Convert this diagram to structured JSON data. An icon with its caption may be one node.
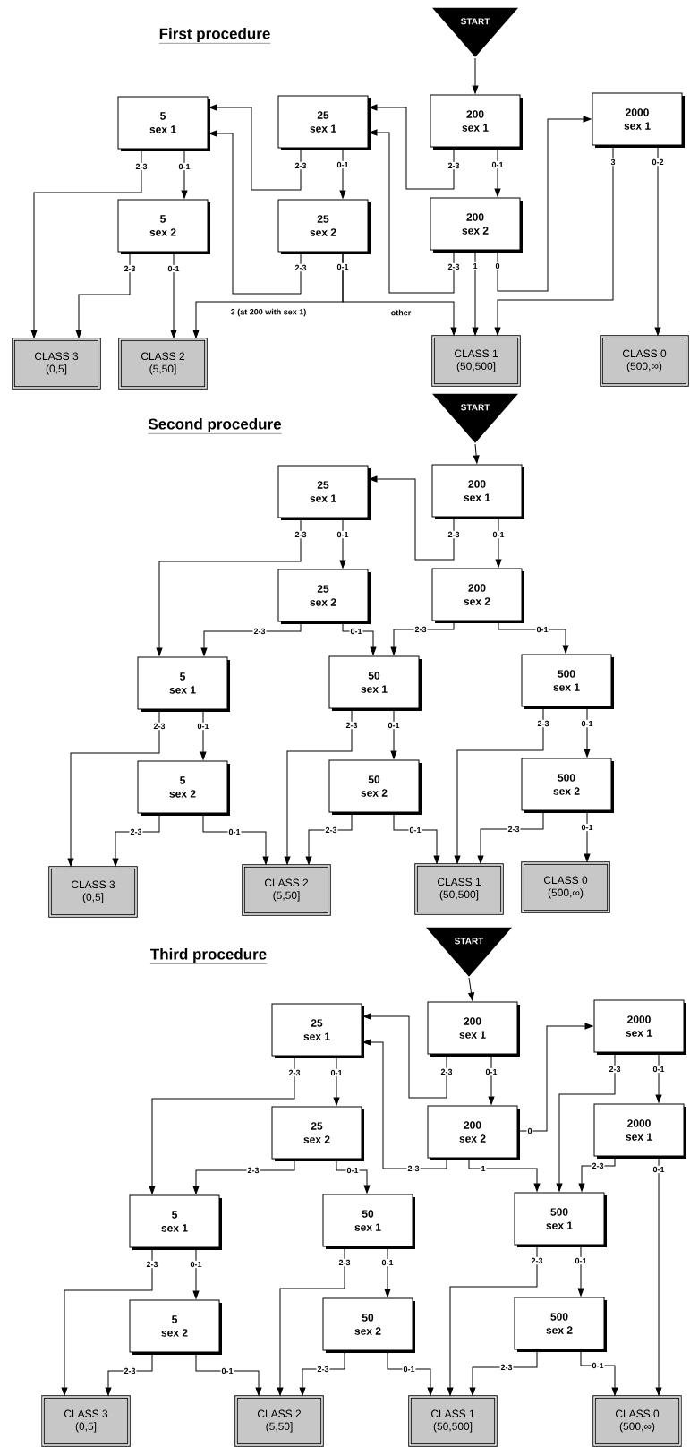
{
  "diagram": {
    "nodes": [
      {
        "text": [
          "START"
        ]
      },
      {
        "text": [
          "5",
          "sex 1"
        ]
      },
      {
        "text": [
          "25",
          "sex 1"
        ]
      },
      {
        "text": [
          "200",
          "sex 1"
        ]
      },
      {
        "text": [
          "2000",
          "sex 1"
        ]
      },
      {
        "text": [
          "5",
          "sex 2"
        ]
      },
      {
        "text": [
          "25",
          "sex 2"
        ]
      },
      {
        "text": [
          "200",
          "sex 2"
        ]
      },
      {
        "text": [
          "CLASS 3",
          "(0,5]"
        ]
      },
      {
        "text": [
          "CLASS 2",
          "(5,50]"
        ]
      },
      {
        "text": [
          "CLASS 1",
          "(50,500]"
        ]
      },
      {
        "text": [
          "CLASS 0",
          "(500,∞)"
        ]
      },
      {
        "text": [
          "START"
        ]
      },
      {
        "text": [
          "25",
          "sex 1"
        ]
      },
      {
        "text": [
          "200",
          "sex 1"
        ]
      },
      {
        "text": [
          "25",
          "sex 2"
        ]
      },
      {
        "text": [
          "200",
          "sex 2"
        ]
      },
      {
        "text": [
          "5",
          "sex 1"
        ]
      },
      {
        "text": [
          "50",
          "sex 1"
        ]
      },
      {
        "text": [
          "500",
          "sex 1"
        ]
      },
      {
        "text": [
          "5",
          "sex 2"
        ]
      },
      {
        "text": [
          "50",
          "sex 2"
        ]
      },
      {
        "text": [
          "500",
          "sex 2"
        ]
      },
      {
        "text": [
          "CLASS 3",
          "(0,5]"
        ]
      },
      {
        "text": [
          "CLASS 2",
          "(5,50]"
        ]
      },
      {
        "text": [
          "CLASS 1",
          "(50,500]"
        ]
      },
      {
        "text": [
          "CLASS 0",
          "(500,∞)"
        ]
      },
      {
        "text": [
          "START"
        ]
      },
      {
        "text": [
          "25",
          "sex 1"
        ]
      },
      {
        "text": [
          "200",
          "sex 1"
        ]
      },
      {
        "text": [
          "2000",
          "sex 1"
        ]
      },
      {
        "text": [
          "25",
          "sex 2"
        ]
      },
      {
        "text": [
          "200",
          "sex 2"
        ]
      },
      {
        "text": [
          "2000",
          "sex 1"
        ]
      },
      {
        "text": [
          "5",
          "sex 1"
        ]
      },
      {
        "text": [
          "50",
          "sex 1"
        ]
      },
      {
        "text": [
          "500",
          "sex 1"
        ]
      },
      {
        "text": [
          "5",
          "sex 2"
        ]
      },
      {
        "text": [
          "50",
          "sex 2"
        ]
      },
      {
        "text": [
          "500",
          "sex 2"
        ]
      },
      {
        "text": [
          "CLASS 3",
          "(0,5]"
        ]
      },
      {
        "text": [
          "CLASS 2",
          "(5,50]"
        ]
      },
      {
        "text": [
          "CLASS 1",
          "(50,500]"
        ]
      },
      {
        "text": [
          "CLASS 0",
          "(500,∞)"
        ]
      }
    ],
    "edges": [
      {
        "from": 0,
        "to": 3,
        "arrow": "to"
      },
      {
        "from": 3,
        "to": 2,
        "arrow": "to",
        "label": "2-3"
      },
      {
        "from": 3,
        "to": 7,
        "arrow": "to",
        "label": "0-1"
      },
      {
        "from": 2,
        "to": 1,
        "arrow": "to",
        "label": "2-3"
      },
      {
        "from": 2,
        "to": 6,
        "arrow": "to",
        "label": "0-1"
      },
      {
        "from": 1,
        "to": 8,
        "arrow": "to",
        "label": "2-3"
      },
      {
        "from": 1,
        "to": 5,
        "arrow": "to",
        "label": "0-1"
      },
      {
        "from": 5,
        "to": 8,
        "arrow": "to",
        "label": "2-3"
      },
      {
        "from": 5,
        "to": 9,
        "arrow": "to",
        "label": "0-1"
      },
      {
        "from": 6,
        "to": 1,
        "arrow": "to",
        "label": "2-3"
      },
      {
        "from": 6,
        "to": 9,
        "arrow": "to",
        "label": "3 (at 200 with sex 1)"
      },
      {
        "from": 6,
        "to": 10,
        "arrow": "to",
        "label": "other"
      },
      {
        "from": 7,
        "to": 2,
        "arrow": "to",
        "label": "2-3"
      },
      {
        "from": 7,
        "to": 10,
        "arrow": "to",
        "label": "1"
      },
      {
        "from": 7,
        "to": 4,
        "arrow": "to",
        "label": "0"
      },
      {
        "from": 4,
        "to": 10,
        "arrow": "to",
        "label": "3"
      },
      {
        "from": 4,
        "to": 11,
        "arrow": "to",
        "label": "0-2"
      },
      {
        "from": 12,
        "to": 14,
        "arrow": "to"
      },
      {
        "from": 14,
        "to": 13,
        "arrow": "to",
        "label": "2-3"
      },
      {
        "from": 14,
        "to": 16,
        "arrow": "to",
        "label": "0-1"
      },
      {
        "from": 13,
        "to": 17,
        "arrow": "to",
        "label": "2-3"
      },
      {
        "from": 13,
        "to": 15,
        "arrow": "to",
        "label": "0-1"
      },
      {
        "from": 15,
        "to": 17,
        "arrow": "to",
        "label": "2-3"
      },
      {
        "from": 15,
        "to": 18,
        "arrow": "to",
        "label": "0-1"
      },
      {
        "from": 16,
        "to": 18,
        "arrow": "to",
        "label": "2-3"
      },
      {
        "from": 16,
        "to": 19,
        "arrow": "to",
        "label": "0-1"
      },
      {
        "from": 17,
        "to": 23,
        "arrow": "to",
        "label": "2-3"
      },
      {
        "from": 17,
        "to": 20,
        "arrow": "to",
        "label": "0-1"
      },
      {
        "from": 18,
        "to": 24,
        "arrow": "to",
        "label": "2-3"
      },
      {
        "from": 18,
        "to": 21,
        "arrow": "to",
        "label": "0-1"
      },
      {
        "from": 19,
        "to": 25,
        "arrow": "to",
        "label": "2-3"
      },
      {
        "from": 19,
        "to": 22,
        "arrow": "to",
        "label": "0-1"
      },
      {
        "from": 20,
        "to": 23,
        "arrow": "to",
        "label": "2-3"
      },
      {
        "from": 20,
        "to": 24,
        "arrow": "to",
        "label": "0-1"
      },
      {
        "from": 21,
        "to": 24,
        "arrow": "to",
        "label": "2-3"
      },
      {
        "from": 21,
        "to": 25,
        "arrow": "to",
        "label": "0-1"
      },
      {
        "from": 22,
        "to": 25,
        "arrow": "to",
        "label": "2-3"
      },
      {
        "from": 22,
        "to": 26,
        "arrow": "to",
        "label": "0-1"
      },
      {
        "from": 27,
        "to": 29,
        "arrow": "to"
      },
      {
        "from": 29,
        "to": 28,
        "arrow": "to",
        "label": "2-3"
      },
      {
        "from": 29,
        "to": 32,
        "arrow": "to",
        "label": "0-1"
      },
      {
        "from": 32,
        "to": 30,
        "arrow": "to",
        "label": "0"
      },
      {
        "from": 32,
        "to": 28,
        "arrow": "to",
        "label": "2-3"
      },
      {
        "from": 32,
        "to": 36,
        "arrow": "to",
        "label": "1"
      },
      {
        "from": 30,
        "to": 36,
        "arrow": "to",
        "label": "2-3"
      },
      {
        "from": 30,
        "to": 33,
        "arrow": "to",
        "label": "0-1"
      },
      {
        "from": 33,
        "to": 36,
        "arrow": "to",
        "label": "2-3"
      },
      {
        "from": 33,
        "to": 43,
        "arrow": "to",
        "label": "0-1"
      },
      {
        "from": 28,
        "to": 34,
        "arrow": "to",
        "label": "2-3"
      },
      {
        "from": 28,
        "to": 31,
        "arrow": "to",
        "label": "0-1"
      },
      {
        "from": 31,
        "to": 34,
        "arrow": "to",
        "label": "2-3"
      },
      {
        "from": 31,
        "to": 35,
        "arrow": "to",
        "label": "0-1"
      },
      {
        "from": 34,
        "to": 40,
        "arrow": "to",
        "label": "2-3"
      },
      {
        "from": 34,
        "to": 37,
        "arrow": "to",
        "label": "0-1"
      },
      {
        "from": 35,
        "to": 41,
        "arrow": "to",
        "label": "2-3"
      },
      {
        "from": 35,
        "to": 38,
        "arrow": "to",
        "label": "0-1"
      },
      {
        "from": 36,
        "to": 42,
        "arrow": "to",
        "label": "2-3"
      },
      {
        "from": 36,
        "to": 39,
        "arrow": "to",
        "label": "0-1"
      },
      {
        "from": 37,
        "to": 40,
        "arrow": "to",
        "label": "2-3"
      },
      {
        "from": 37,
        "to": 41,
        "arrow": "to",
        "label": "0-1"
      },
      {
        "from": 38,
        "to": 41,
        "arrow": "to",
        "label": "2-3"
      },
      {
        "from": 38,
        "to": 42,
        "arrow": "to",
        "label": "0-1"
      },
      {
        "from": 39,
        "to": 42,
        "arrow": "to",
        "label": "2-3"
      },
      {
        "from": 39,
        "to": 43,
        "arrow": "to",
        "label": "0-1"
      }
    ],
    "labels": [
      "First procedure",
      "0-1",
      "Second procedure",
      "Third procedure"
    ]
  }
}
